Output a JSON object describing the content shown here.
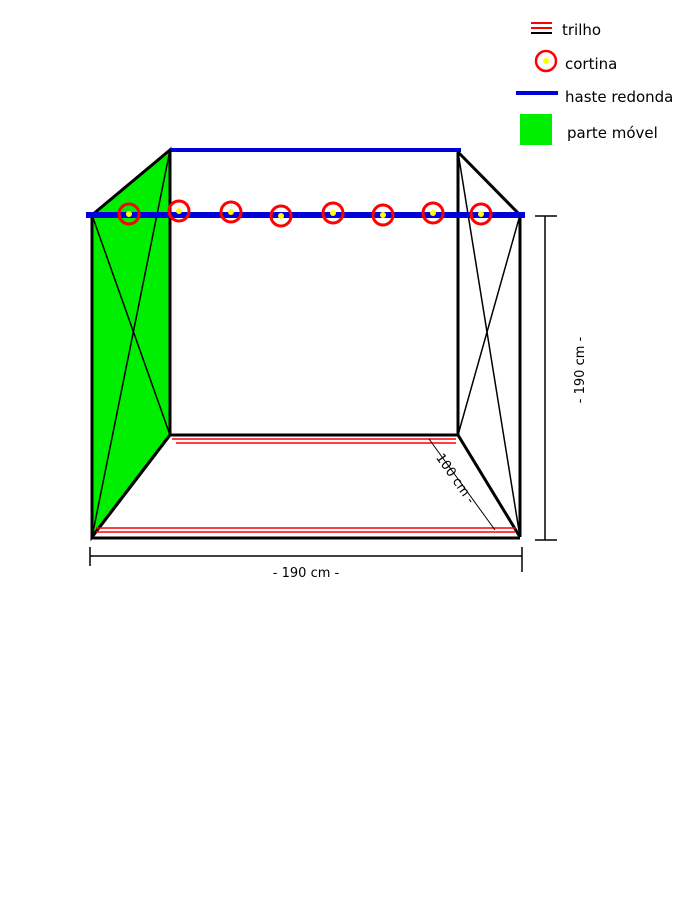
{
  "colors": {
    "background": "#ffffff",
    "frame": "#000000",
    "rod": "#0000dd",
    "rail": "#ff0000",
    "ring": "#ff0000",
    "ring_center": "#ffff00",
    "movable": "#00ee00"
  },
  "legend": [
    {
      "key": "rail",
      "icon": "rail-icon",
      "label": "trilho"
    },
    {
      "key": "curtain",
      "icon": "curtain-ring-icon",
      "label": "cortina"
    },
    {
      "key": "rod",
      "icon": "round-rod-icon",
      "label": "haste redonda"
    },
    {
      "key": "movable",
      "icon": "movable-part-icon",
      "label": "parte móvel"
    }
  ],
  "dimensions": {
    "width": "- 190 cm -",
    "height": "- 190 cm -",
    "depth": "100 cm -"
  },
  "curtain_ring_count": 8
}
